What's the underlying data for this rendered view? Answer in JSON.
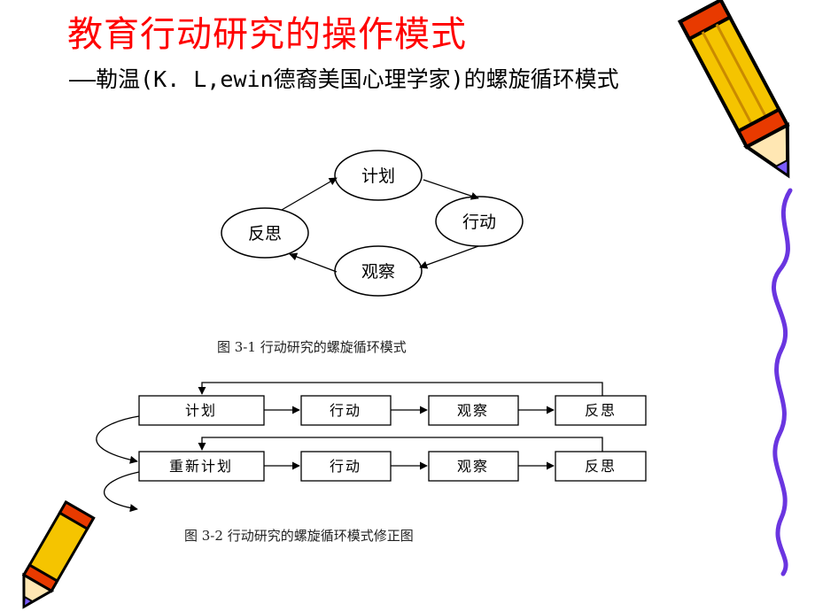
{
  "slide": {
    "title": "教育行动研究的操作模式",
    "subtitle": "——勒温(K. L,ewin德裔美国心理学家)的螺旋循环模式"
  },
  "figure1": {
    "caption": "图 3-1  行动研究的螺旋循环模式",
    "nodes": [
      "计划",
      "行动",
      "观察",
      "反思"
    ]
  },
  "figure2": {
    "caption": "图 3-2  行动研究的螺旋循环模式修正图",
    "row1": [
      "计划",
      "行动",
      "观察",
      "反思"
    ],
    "row2": [
      "重新计划",
      "行动",
      "观察",
      "反思"
    ]
  },
  "decor": {
    "icons": [
      "pencil-icon",
      "pencil-icon"
    ],
    "colors": {
      "title": "#ff0000",
      "pencil_body": "#f5c400",
      "pencil_stripe": "#e83a00",
      "pencil_outline": "#000000",
      "vine": "#6a35e0"
    }
  }
}
